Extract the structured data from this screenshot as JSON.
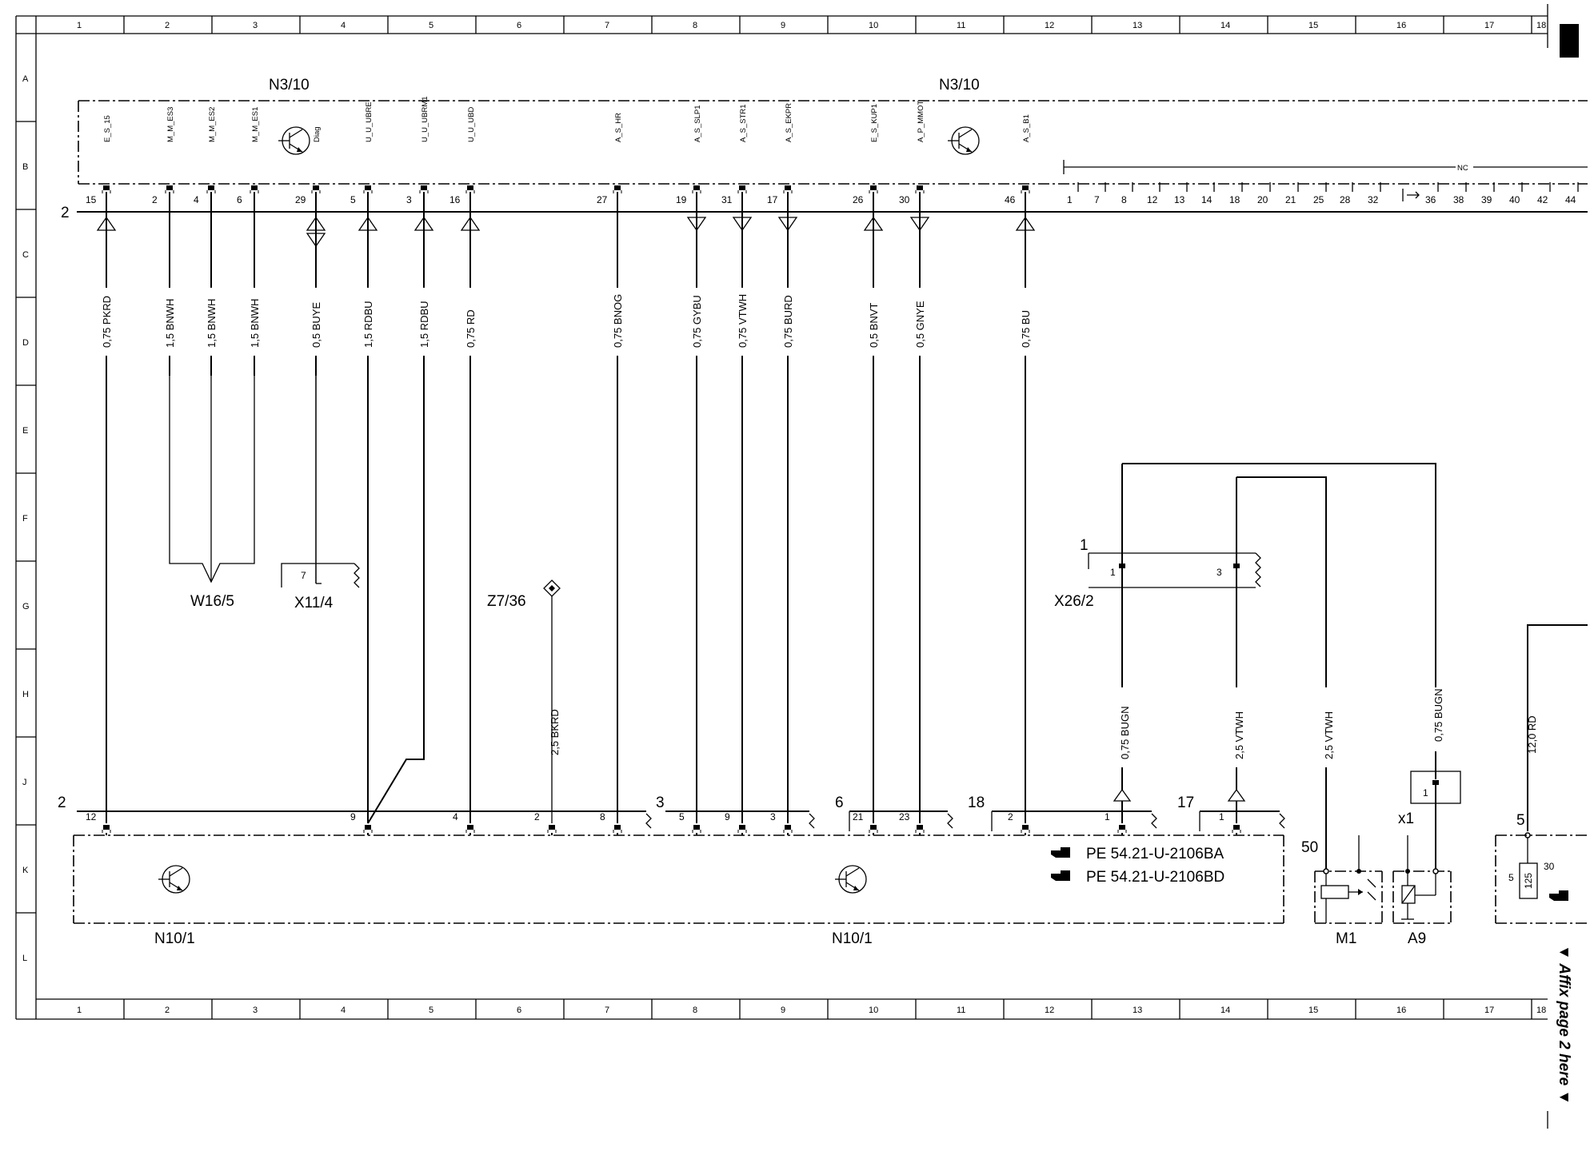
{
  "frame": {
    "columns": [
      "1",
      "2",
      "3",
      "4",
      "5",
      "6",
      "7",
      "8",
      "9",
      "10",
      "11",
      "12",
      "13",
      "14",
      "15",
      "16",
      "17",
      "18"
    ],
    "rows": [
      "A",
      "B",
      "C",
      "D",
      "E",
      "F",
      "G",
      "H",
      "J",
      "K",
      "L"
    ]
  },
  "labels": {
    "n3_left": "N3/10",
    "n3_right": "N3/10",
    "connector_top": "2",
    "connector_bottom": "2",
    "diag": "Diag",
    "nc": "NC",
    "w16": "W16/5",
    "x11": "X11/4",
    "x11_pin": "7",
    "z7": "Z7/36",
    "x26": "X26/2",
    "x26_group": "1",
    "x26_pin1": "1",
    "x26_pin3": "3",
    "n10_left": "N10/1",
    "n10_right": "N10/1",
    "pe1": "PE 54.21-U-2106BA",
    "pe2": "PE 54.21-U-2106BD",
    "m1": "M1",
    "a9": "A9",
    "m1_group": "50",
    "x1": "x1",
    "a9_pin": "1",
    "right_group": "5",
    "r_pin5": "5",
    "r_pin30": "30",
    "relay": "125",
    "affix": "▼ Affix page 2 here ▼"
  },
  "top_pins": [
    {
      "sig": "E_S_15",
      "num": "15",
      "cond": "0,75 PKRD",
      "arrow": "up"
    },
    {
      "sig": "M_M_ES3",
      "num": "2",
      "cond": "1,5 BNWH",
      "arrow": "none"
    },
    {
      "sig": "M_M_ES2",
      "num": "4",
      "cond": "1,5 BNWH",
      "arrow": "none"
    },
    {
      "sig": "M_M_ES1",
      "num": "6",
      "cond": "1,5 BNWH",
      "arrow": "none"
    },
    {
      "sig": "Diag",
      "num": "29",
      "cond": "0,5 BUYE",
      "arrow": "both"
    },
    {
      "sig": "U_U_UBRE",
      "num": "5",
      "cond": "1,5 RDBU",
      "arrow": "up"
    },
    {
      "sig": "U_U_UBRM1",
      "num": "3",
      "cond": "1,5 RDBU",
      "arrow": "up"
    },
    {
      "sig": "U_U_UBD",
      "num": "16",
      "cond": "0,75 RD",
      "arrow": "up"
    },
    {
      "sig": "A_S_HR",
      "num": "27",
      "cond": "0,75 BNOG",
      "arrow": "none"
    },
    {
      "sig": "A_S_SLP1",
      "num": "19",
      "cond": "0,75 GYBU",
      "arrow": "down"
    },
    {
      "sig": "A_S_STR1",
      "num": "31",
      "cond": "0,75 VTWH",
      "arrow": "down"
    },
    {
      "sig": "A_S_EKPR",
      "num": "17",
      "cond": "0,75 BURD",
      "arrow": "down"
    },
    {
      "sig": "E_S_KUP1",
      "num": "26",
      "cond": "0,5 BNVT",
      "arrow": "up"
    },
    {
      "sig": "A_P_MMOT",
      "num": "30",
      "cond": "0,5 GNYE",
      "arrow": "down"
    },
    {
      "sig": "A_S_B1",
      "num": "46",
      "cond": "0,75 BU",
      "arrow": "up"
    }
  ],
  "nc_pins": [
    "1",
    "7",
    "8",
    "12",
    "13",
    "14",
    "18",
    "20",
    "21",
    "25",
    "28",
    "32",
    "36",
    "38",
    "39",
    "40",
    "42",
    "44"
  ],
  "bottom_groups": {
    "g2_pins": [
      "12",
      "9",
      "4",
      "2",
      "8"
    ],
    "g3_label": "3",
    "g3_pins": [
      "5",
      "9",
      "3"
    ],
    "g6_label": "6",
    "g6_pins": [
      "21",
      "23"
    ],
    "g18_label": "18",
    "g18_pins": [
      "2",
      "1"
    ],
    "g17_label": "17",
    "g17_pins": [
      "1"
    ]
  },
  "lower_wires": {
    "z7": "2,5 BKRD",
    "x26_1": "0,75 BUGN",
    "x26_3": "2,5 VTWH",
    "m1": "2,5 VTWH",
    "a9": "0,75 BUGN",
    "right": "12,0 RD"
  }
}
